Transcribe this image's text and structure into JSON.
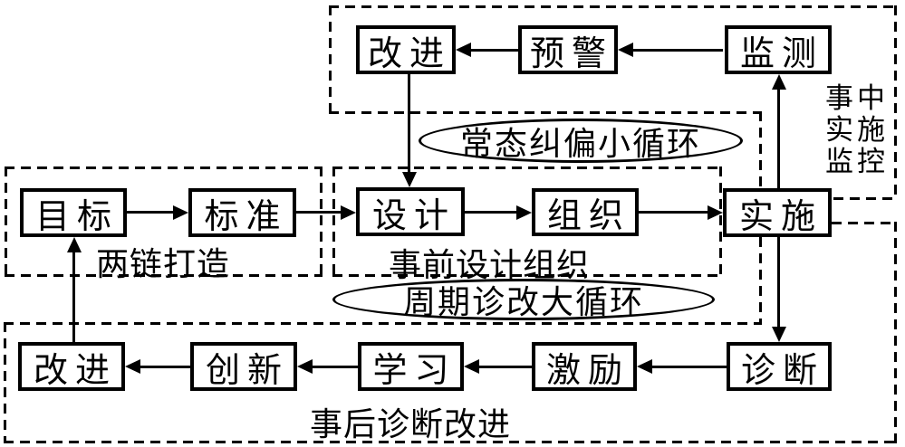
{
  "diagram": {
    "background": "#ffffff",
    "line_color": "#000000",
    "nodes": {
      "improve_top": "改进",
      "warning": "预警",
      "monitor": "监测",
      "goal": "目标",
      "standard": "标准",
      "design": "设计",
      "organize": "组织",
      "implement": "实施",
      "improve_bottom": "改进",
      "innovate": "创新",
      "learn": "学习",
      "motivate": "激励",
      "diagnose": "诊断"
    },
    "loops": {
      "small": "常态纠偏小循环",
      "big": "周期诊改大循环"
    },
    "regions": {
      "two_chains": "两链打造",
      "pre_design": "事前设计组织",
      "in_process": [
        "事中",
        "实施",
        "监控"
      ],
      "post_diagnosis": "事后诊断改进"
    }
  }
}
